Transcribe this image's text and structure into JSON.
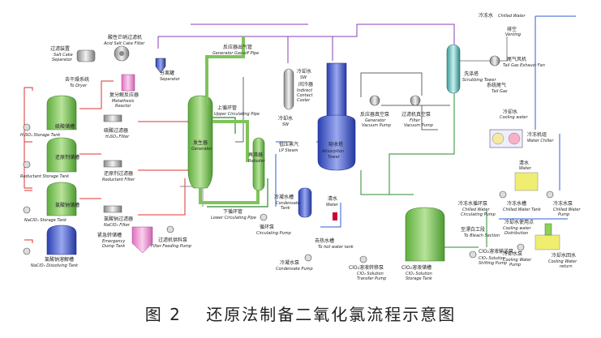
{
  "caption": "图 2　 还原法制备二氧化氯流程示意图",
  "labels": {
    "salt_cake_separator_zh": "过滤装置",
    "salt_cake_separator_en1": "Salt Cake",
    "salt_cake_separator_en2": "Separator",
    "acid_filter_zh": "酸性芒硝过滤机",
    "acid_filter_en": "Acid Salt Cake Filter",
    "separator_zh": "分离罐",
    "separator_en": "Separator",
    "to_dryer_zh": "去干燥系统",
    "to_dryer_en": "To Dryer",
    "metathesis_zh": "复分解反应器",
    "metathesis_en1": "Metathesis",
    "metathesis_en2": "Reactor",
    "gen_gas_zh": "反应器出气管",
    "gen_gas_en": "Generator Gas-off Pipe",
    "cooling_water_zh": "冷却水",
    "cooling_water_en": "SW",
    "indirect_cooler_zh": "间冷器",
    "indirect_cooler_en1": "Indirect",
    "indirect_cooler_en2": "Contact",
    "indirect_cooler_en3": "Cooler",
    "upper_pipe_zh": "上循环管",
    "upper_pipe_en": "Upper Circulating Pipe",
    "generator_zh": "发生器",
    "generator_en": "Generator",
    "reboiler_zh": "再沸器",
    "reboiler_en": "Reboiler",
    "lp_steam_zh": "低压蒸汽",
    "lp_steam_en": "LP Steam",
    "cw_sw_zh": "冷却水",
    "cw_sw_en": "SW",
    "absorption_zh": "吸收塔",
    "absorption_en1": "Absorption",
    "absorption_en2": "Tower",
    "chilled_water_top_zh": "冷冻水",
    "chilled_water_top_en": "Chilled Water",
    "venting_zh": "排空",
    "venting_en": "Venting",
    "tail_fan_zh": "尾气风机",
    "tail_fan_en": "Tail Gas Exhaust Fan",
    "scrubbing_zh": "洗涤塔",
    "scrubbing_en": "Scrubbing Tower",
    "tail_gas_zh": "系统尾气",
    "tail_gas_en": "Tail Gas",
    "gen_vac_zh": "反应器真空泵",
    "gen_vac_en1": "Generator",
    "gen_vac_en2": "Vacuum Pump",
    "filter_vac_zh": "过滤机真空泵",
    "filter_vac_en1": "Filter",
    "filter_vac_en2": "Vacuum Pump",
    "h2so4_tank_zh": "硫酸储槽",
    "h2so4_tank_en": "H₂SO₄ Storage Tank",
    "h2so4_filter_zh": "硫酸过滤器",
    "h2so4_filter_en": "H₂SO₄ Filter",
    "reductant_tank_zh": "还原剂储槽",
    "reductant_tank_en": "Reductant Storage Tank",
    "reductant_filter_zh": "还原剂过滤器",
    "reductant_filter_en": "Reductant Filter",
    "naclo3_tank_zh": "氯酸钠储槽",
    "naclo3_tank_en": "NaClO₃ Storage Tank",
    "naclo3_filter_zh": "氯酸钠过滤器",
    "naclo3_filter_en": "NaClO₃ Filter",
    "naclo3_dissolving_zh": "氯酸钠溶解槽",
    "naclo3_dissolving_en": "NaClO₃ Dissolving Tank",
    "emergency_zh": "紧急转储槽",
    "emergency_en1": "Emergency",
    "emergency_en2": "Dump Tank",
    "filter_feed_zh": "过滤机供料泵",
    "filter_feed_en": "Filter Feeding Pump",
    "lower_pipe_zh": "下循环管",
    "lower_pipe_en": "Lower Circulating Pipe",
    "circ_pump_zh": "循环泵",
    "circ_pump_en": "Circulating Pump",
    "condensate_tank_zh": "冷凝水槽",
    "condensate_tank_en1": "Condensate",
    "condensate_tank_en2": "Tank",
    "condensate_pump_zh": "冷凝水泵",
    "condensate_pump_en": "Condensate Pump",
    "water_zh": "清水",
    "water_en": "Water",
    "hot_water_zh": "去热水槽",
    "hot_water_en": "To hot water tank",
    "clo2_transfer_zh": "ClO₂溶液转移泵",
    "clo2_transfer_en1": "ClO₂ Solution",
    "clo2_transfer_en2": "Transfer Pump",
    "clo2_storage_zh": "ClO₂溶液储槽",
    "clo2_storage_en1": "ClO₂ Solution",
    "clo2_storage_en2": "Storage Tank",
    "bleach_zh": "至漂白工段",
    "bleach_en": "To Bleach Section",
    "clo2_ship_zh": "ClO₂溶液输送泵",
    "clo2_ship_en1": "ClO₂ Solution",
    "clo2_ship_en2": "Shifting Pump",
    "cooling_water2_zh": "冷却水",
    "cooling_water2_en": "Cooling water",
    "water_chiller_zh": "冷冻机组",
    "water_chiller_en": "Water Chiller",
    "water2_zh": "清水",
    "water2_en": "Water",
    "chilled_circ_zh": "冷冻水循环泵",
    "chilled_circ_en1": "Chilled Water",
    "chilled_circ_en2": "Circulating Pump",
    "chilled_tank_zh": "冷冻水槽",
    "chilled_tank_en": "Chilled Water Tank",
    "chilled_pump_zh": "冷冻水泵",
    "chilled_pump_en1": "Chilled Water",
    "chilled_pump_en2": "Pump",
    "cw_dist_zh": "冷却水使用点",
    "cw_dist_en1": "Cooling water",
    "cw_dist_en2": "Distribution",
    "cw_pump_zh": "冷却水泵",
    "cw_pump_en1": "Cooling Water",
    "cw_pump_en2": "Pump",
    "cw_return_zh": "冷却水回水",
    "cw_return_en1": "Cooling Water",
    "cw_return_en2": "return"
  }
}
